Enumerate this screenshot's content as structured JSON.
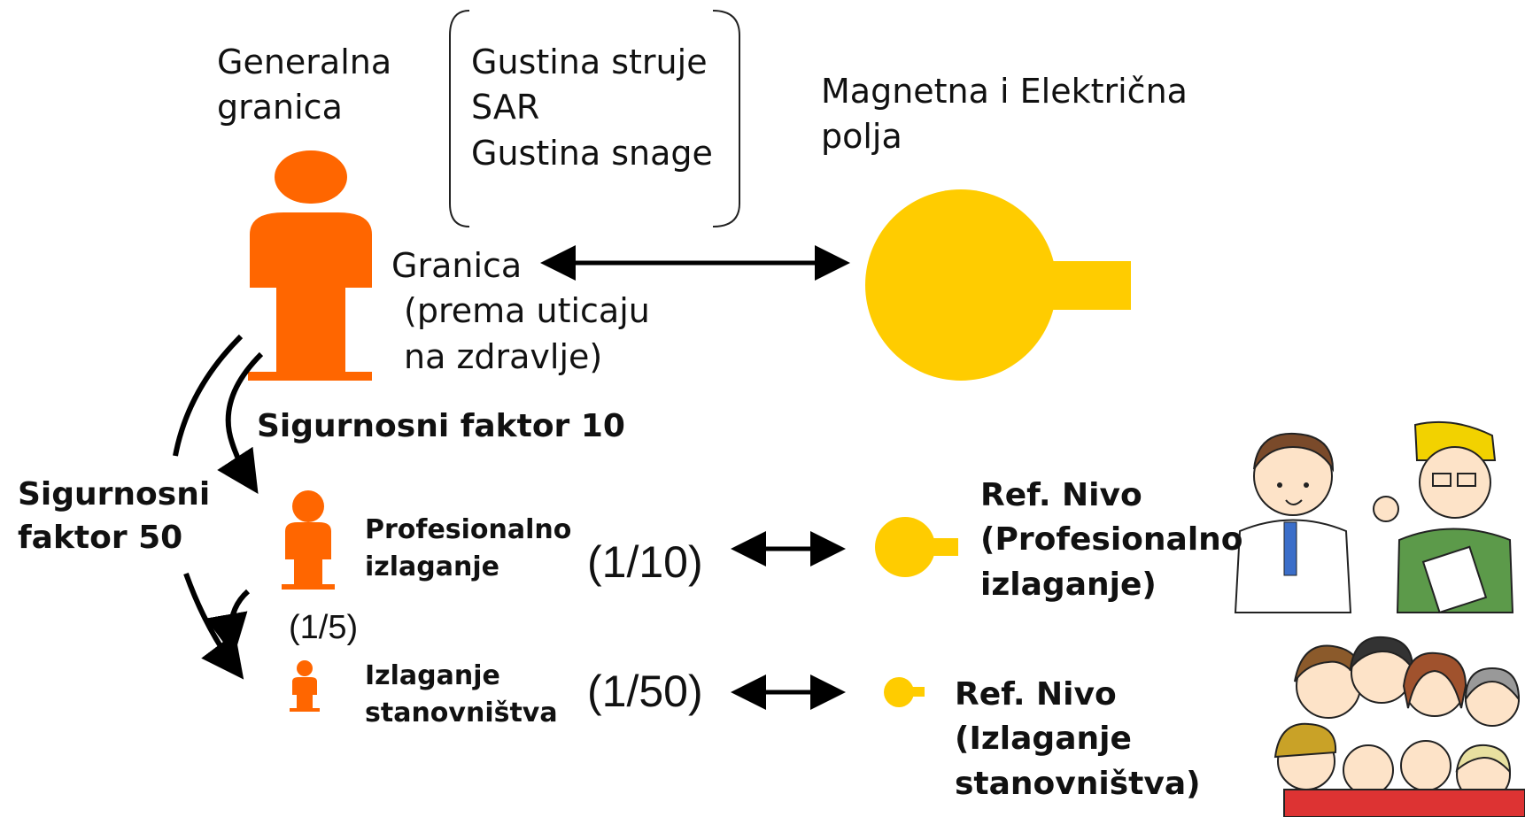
{
  "labels": {
    "general_limit": [
      "Generalna",
      "granica"
    ],
    "quantities": [
      "Gustina struje",
      "SAR",
      "Gustina snage"
    ],
    "fields": [
      "Magnetna i Električna",
      "polja"
    ],
    "limit": [
      "Granica",
      "(prema uticaju",
      "na zdravlje)"
    ],
    "safety_factor_10": "Sigurnosni faktor 10",
    "safety_factor_50": [
      "Sigurnosni",
      "faktor 50"
    ],
    "occupational": [
      "Profesionalno",
      "izlaganje"
    ],
    "public": [
      "Izlaganje",
      "stanovništva"
    ],
    "ratio_occupational": "(1/10)",
    "ratio_public": "(1/50)",
    "ratio_step": "(1/5)",
    "ref_occupational": [
      "Ref. Nivo",
      "(Profesionalno",
      "izlaganje)"
    ],
    "ref_public": [
      "Ref. Nivo",
      "(Izlaganje",
      "stanovništva)"
    ]
  },
  "colors": {
    "person": "#ff6600",
    "field": "#ffcc00",
    "arrow": "#000000"
  },
  "icons": {
    "human_body": "person-icon",
    "field_probe": "field-probe-icon",
    "workers": "workers-illustration",
    "public_group": "crowd-illustration"
  }
}
